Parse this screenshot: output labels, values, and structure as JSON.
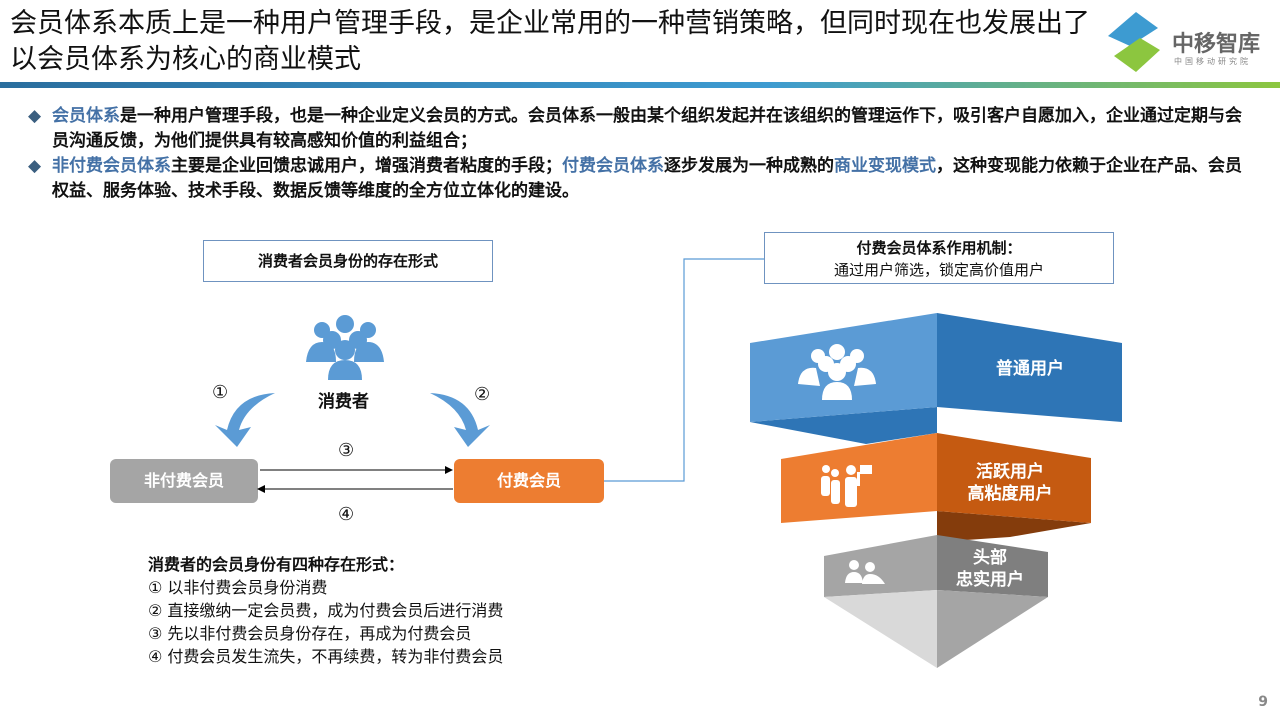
{
  "title": "会员体系本质上是一种用户管理手段，是企业常用的一种营销策略，但同时现在也发展出了以会员体系为核心的商业模式",
  "logo": {
    "name": "中移智库",
    "sub": "中国移动研究院"
  },
  "bullets": [
    {
      "parts": [
        {
          "t": "会员体系",
          "hl": true
        },
        {
          "t": "是一种用户管理手段，也是一种企业定义会员的方式。会员体系一般由某个组织发起并在该组织的管理运作下，吸引客户自愿加入，企业通过定期与会员沟通反馈，为他们提供具有较高感知价值的利益组合；",
          "hl": false
        }
      ]
    },
    {
      "parts": [
        {
          "t": "非付费会员体系",
          "hl": true
        },
        {
          "t": "主要是企业回馈忠诚用户，增强消费者粘度的手段；",
          "hl": false
        },
        {
          "t": "付费会员体系",
          "hl": true
        },
        {
          "t": "逐步发展为一种成熟的",
          "hl": false
        },
        {
          "t": "商业变现模式",
          "hl": true
        },
        {
          "t": "，这种变现能力依赖于企业在产品、会员权益、服务体验、技术手段、数据反馈等维度的全方位立体化的建设。",
          "hl": false
        }
      ]
    }
  ],
  "left": {
    "box_title": "消费者会员身份的存在形式",
    "consumer": "消费者",
    "non_paid": "非付费会员",
    "paid": "付费会员",
    "n1": "①",
    "n2": "②",
    "n3": "③",
    "n4": "④",
    "list_title": "消费者的会员身份有四种存在形式：",
    "list": [
      "① 以非付费会员身份消费",
      "② 直接缴纳一定会员费，成为付费会员后进行消费",
      "③ 先以非付费会员身份存在，再成为付费会员",
      "④ 付费会员发生流失，不再续费，转为非付费会员"
    ]
  },
  "right": {
    "box_line1": "付费会员体系作用机制：",
    "box_line2": "通过用户筛选，锁定高价值用户",
    "tier1": "普通用户",
    "tier2a": "活跃用户",
    "tier2b": "高粘度用户",
    "tier3a": "头部",
    "tier3b": "忠实用户"
  },
  "page": "9",
  "colors": {
    "blue": "#5b9bd5",
    "blue_dark": "#2e75b6",
    "orange": "#ed7d31",
    "orange_dark": "#c55a11",
    "gray": "#a5a5a5",
    "gray_dark": "#7f7f7f"
  }
}
